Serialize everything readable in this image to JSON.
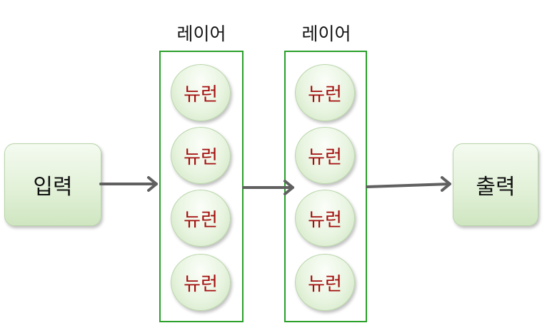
{
  "diagram": {
    "input_label": "입력",
    "output_label": "출력",
    "layers": [
      {
        "title": "레이어",
        "neurons": [
          "뉴런",
          "뉴런",
          "뉴런",
          "뉴런"
        ]
      },
      {
        "title": "레이어",
        "neurons": [
          "뉴런",
          "뉴런",
          "뉴런",
          "뉴런"
        ]
      }
    ],
    "colors": {
      "layer_border": "#2aa02a",
      "neuron_text": "#a30e0e",
      "arrow": "#606060",
      "node_fill": "#e2f1d8"
    }
  }
}
